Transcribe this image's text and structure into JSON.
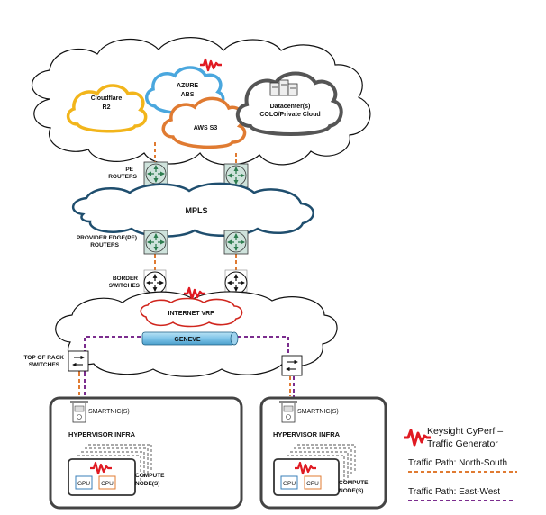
{
  "clouds": {
    "cloudflare": "Cloudflare",
    "cloudflare_sub": "R2",
    "azure": "AZURE",
    "azure_sub": "ABS",
    "aws": "AWS S3",
    "datacenter": "Datacenter(s)",
    "datacenter_sub": "COLO/Private Cloud"
  },
  "network": {
    "pe_routers_1": "PE",
    "pe_routers_2": "ROUTERS",
    "mpls": "MPLS",
    "provider_edge_1": "PROVIDER EDGE(PE)",
    "provider_edge_2": "ROUTERS",
    "border_switches_1": "BORDER",
    "border_switches_2": "SWITCHES",
    "internet_vrf": "INTERNET VRF",
    "geneve": "GENEVE",
    "tor_1": "TOP OF RACK",
    "tor_2": "SWITCHES"
  },
  "nodes": {
    "smartnic": "SMARTNIC(S)",
    "hypervisor": "HYPERVISOR INFRA",
    "gpu": "GPU",
    "cpu": "CPU",
    "compute_1": "COMPUTE",
    "compute_2": "NODE(S)"
  },
  "legend": {
    "cyperf_1": "Keysight CyPerf –",
    "cyperf_2": "Traffic Generator",
    "north_south": "Traffic Path: North-South",
    "east_west": "Traffic Path: East-West"
  },
  "colors": {
    "north_south": "#e07b32",
    "east_west": "#7b2d8e",
    "keysight_red": "#e01a22",
    "mpls_border": "#1f4e6e",
    "router_fill": "#cfe3dc",
    "router_arrow": "#2e7d4f",
    "cloudflare": "#f2b51b",
    "azure": "#4aa7de",
    "aws": "#e07b32",
    "datacenter": "#555555",
    "internet_vrf": "#d0261e",
    "geneve": "#7ec4e8"
  }
}
